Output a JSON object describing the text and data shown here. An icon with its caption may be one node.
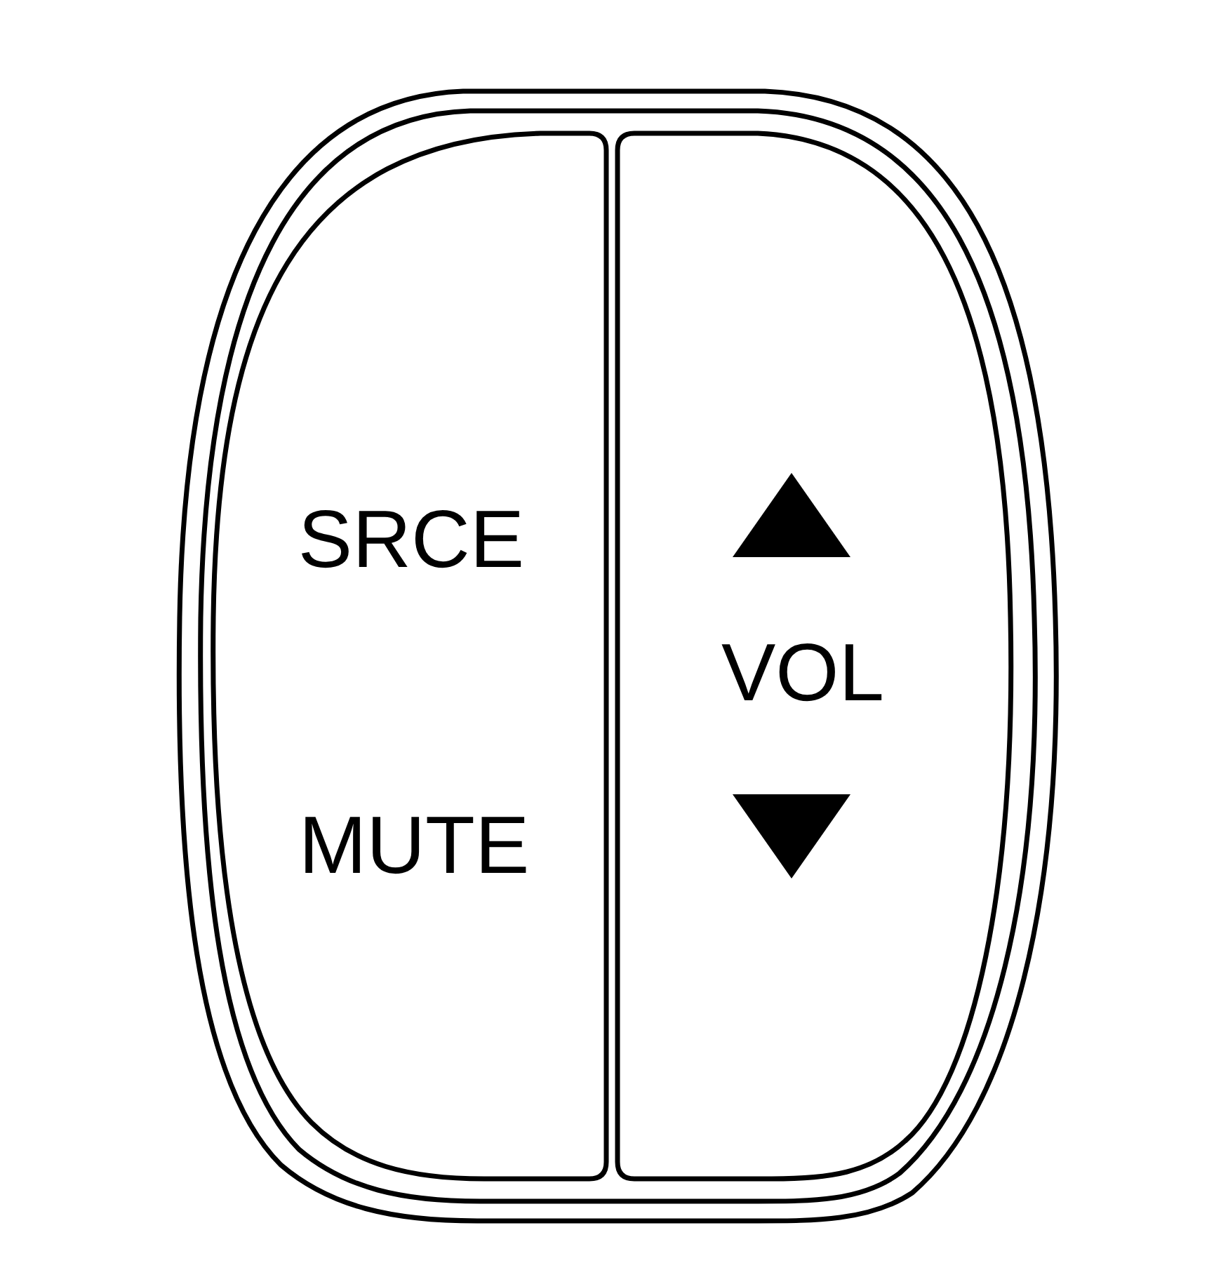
{
  "diagram": {
    "nodes": [
      {
        "text": [],
        "shape": "box"
      },
      {
        "text": [
          "SRCE",
          "MUTE"
        ],
        "in": 0
      },
      {
        "text": [
          "VOL"
        ],
        "in": 0
      }
    ]
  }
}
